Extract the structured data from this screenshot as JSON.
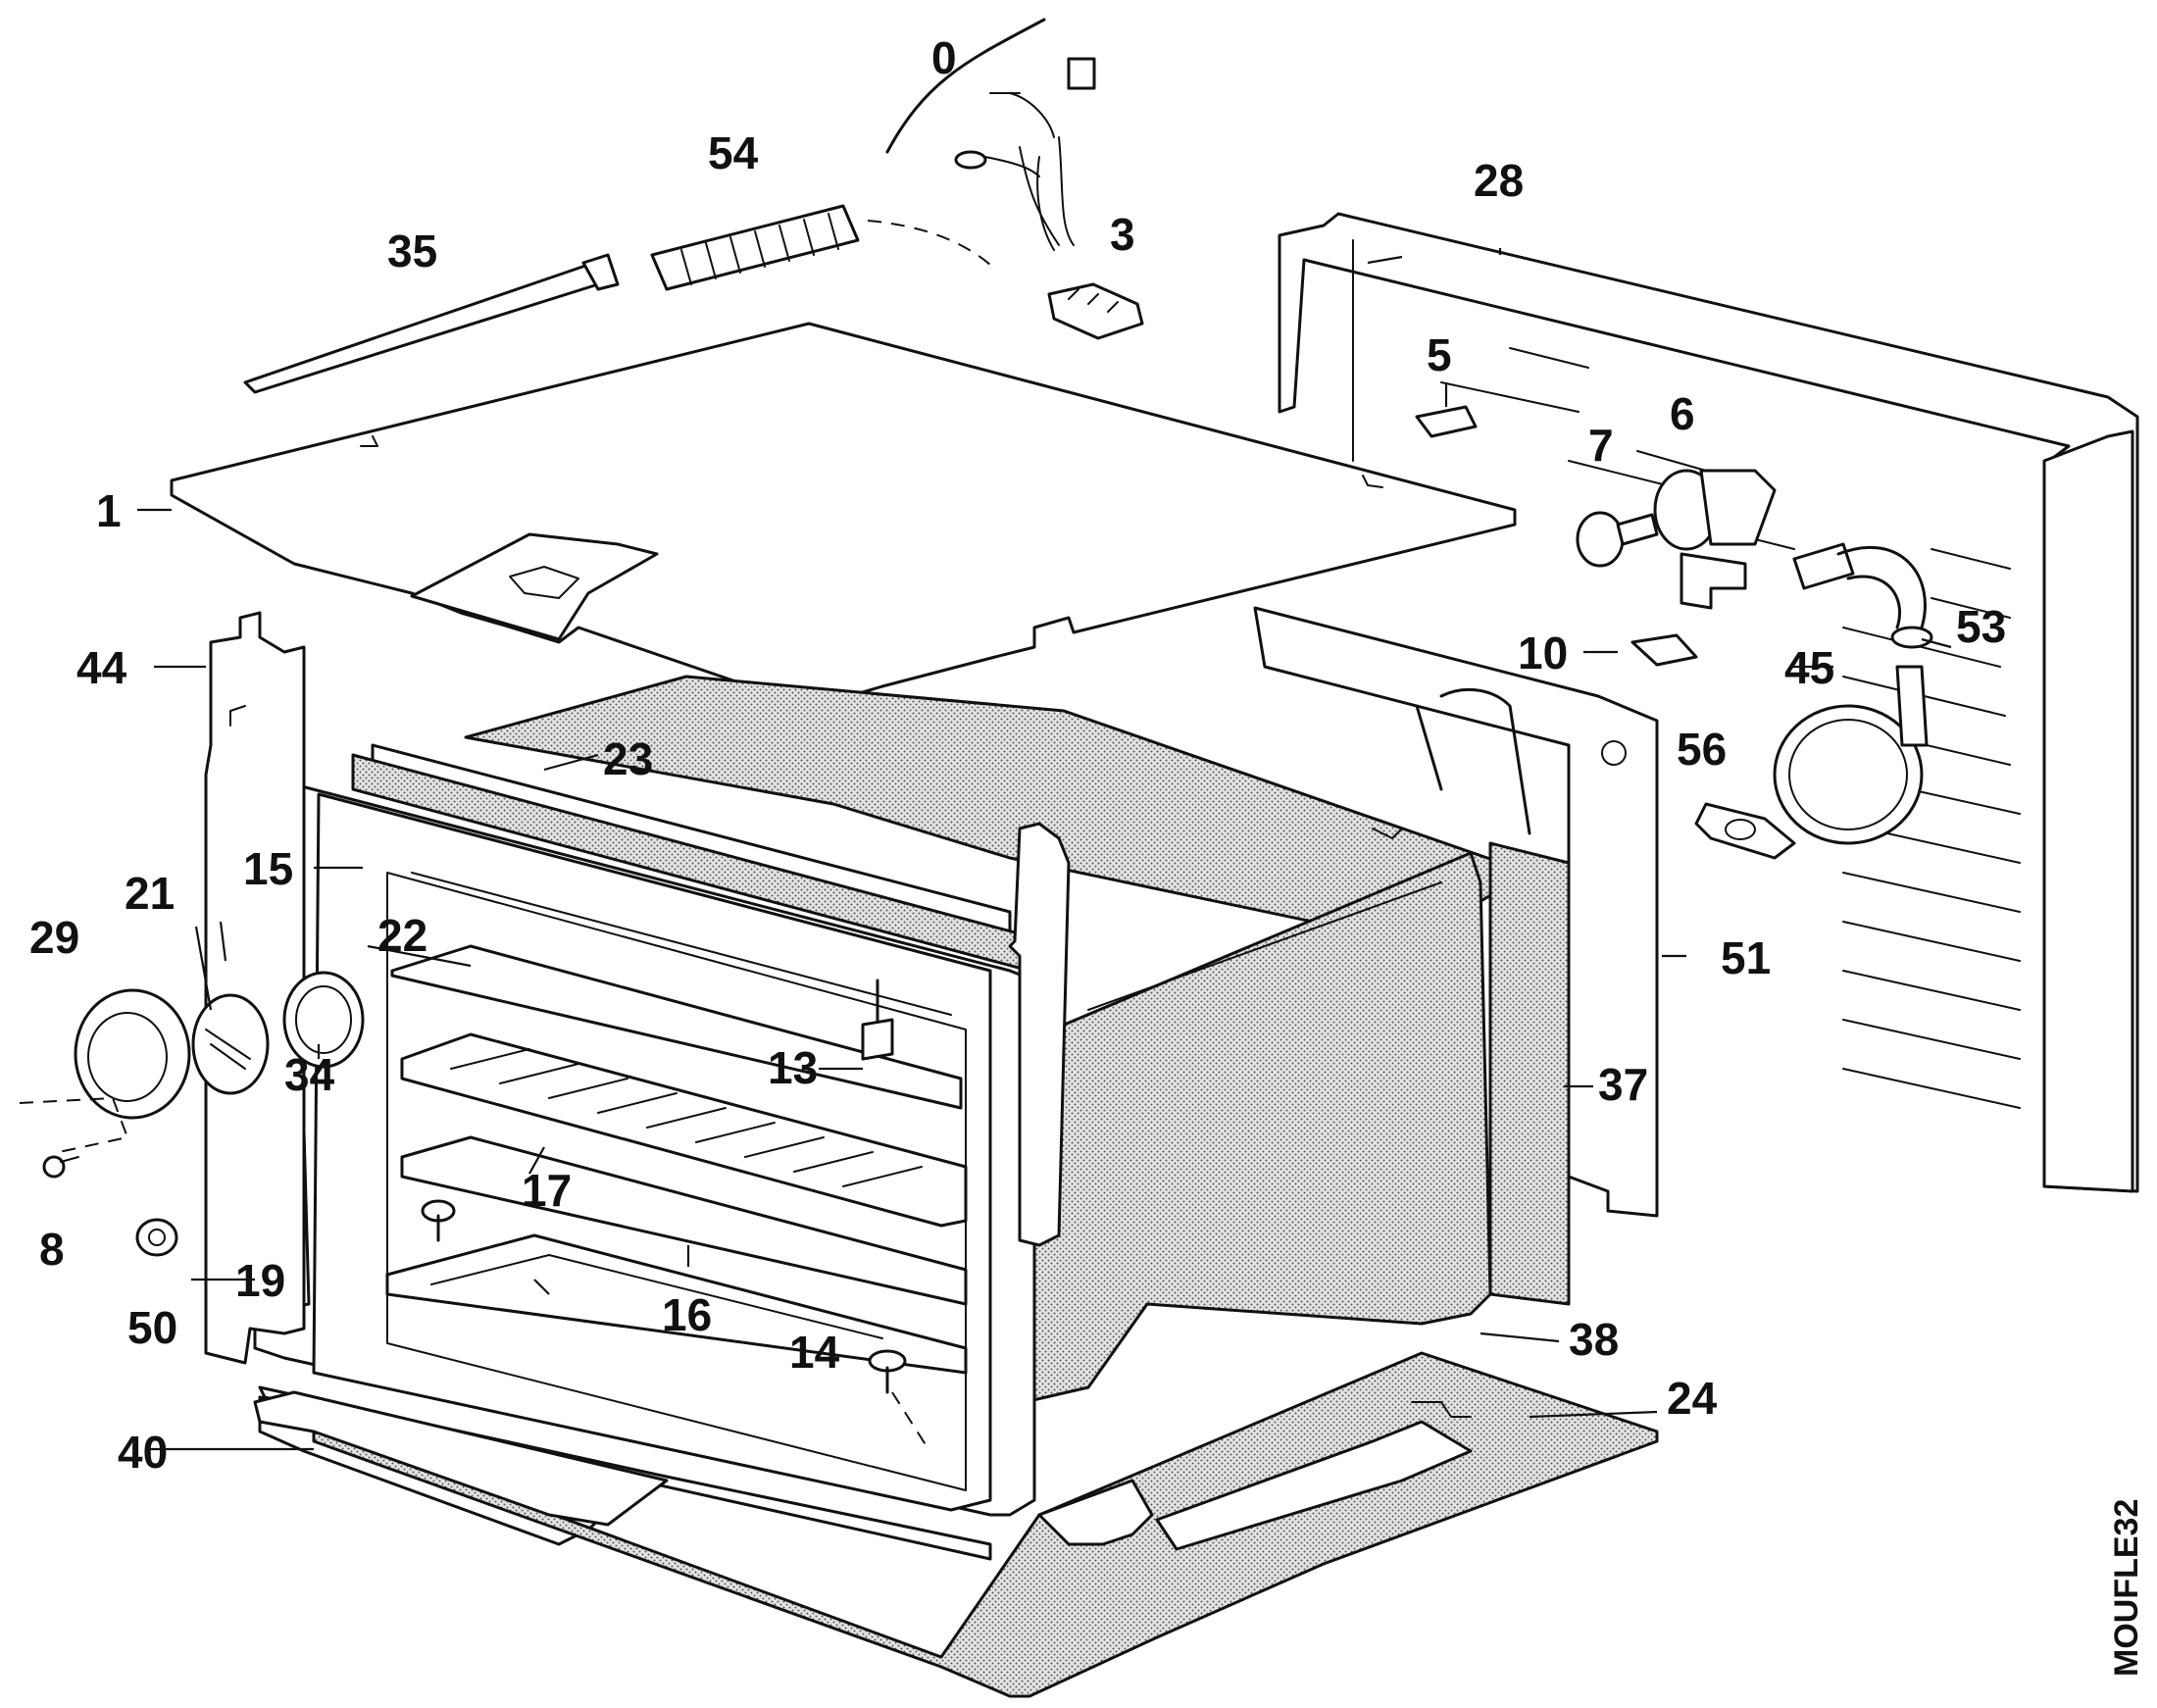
{
  "diagram": {
    "reference_code": "MOUFLE32",
    "callouts": {
      "c0": "0",
      "c1": "1",
      "c3": "3",
      "c5": "5",
      "c6": "6",
      "c7": "7",
      "c8": "8",
      "c10": "10",
      "c13": "13",
      "c14": "14",
      "c15": "15",
      "c16": "16",
      "c17": "17",
      "c19": "19",
      "c21": "21",
      "c22": "22",
      "c23": "23",
      "c24": "24",
      "c28": "28",
      "c29": "29",
      "c34": "34",
      "c35": "35",
      "c37": "37",
      "c38": "38",
      "c40": "40",
      "c44": "44",
      "c45": "45",
      "c50": "50",
      "c51": "51",
      "c53": "53",
      "c54": "54",
      "c56": "56"
    }
  }
}
